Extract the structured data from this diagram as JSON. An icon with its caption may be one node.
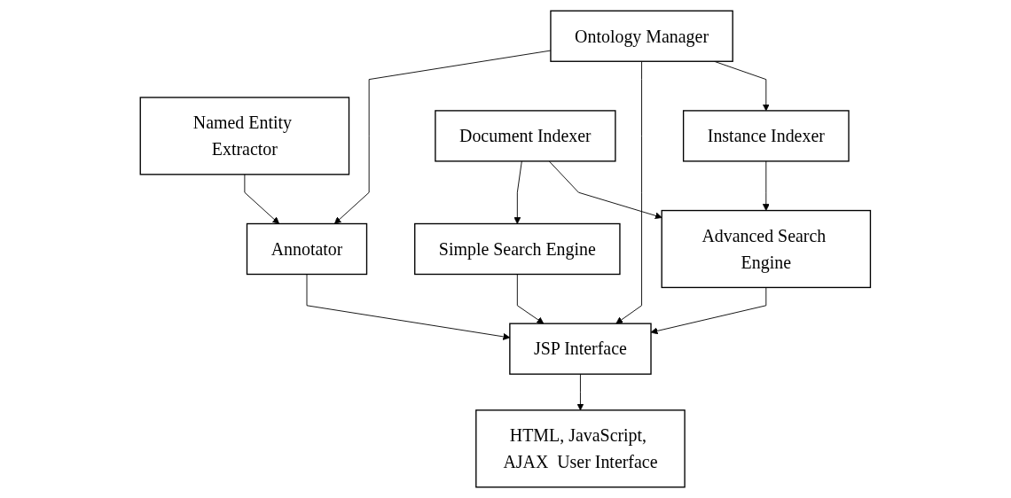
{
  "diagram": {
    "nodes": [
      {
        "text": [
          "Ontology Manager"
        ]
      },
      {
        "text": [
          "Named Entity Extractor"
        ]
      },
      {
        "text": [
          "Instance Indexer"
        ]
      },
      {
        "text": [
          "Document Indexer"
        ]
      },
      {
        "text": [
          "Advanced Search Engine"
        ]
      },
      {
        "text": [
          "Annotator"
        ]
      },
      {
        "text": [
          "Simple Search Engine"
        ]
      },
      {
        "text": [
          "JSP Interface"
        ]
      },
      {
        "text": [
          "HTML, JavaScript, AJAX  User Interface"
        ]
      }
    ],
    "edges": [
      {
        "from": 0,
        "to": 2,
        "arrow": "to"
      },
      {
        "from": 0,
        "to": 7,
        "arrow": "to"
      },
      {
        "from": 0,
        "to": 5,
        "arrow": "to"
      },
      {
        "from": 1,
        "to": 5,
        "arrow": "to"
      },
      {
        "from": 2,
        "to": 4,
        "arrow": "to"
      },
      {
        "from": 3,
        "to": 4,
        "arrow": "to"
      },
      {
        "from": 3,
        "to": 6,
        "arrow": "to"
      },
      {
        "from": 4,
        "to": 7,
        "arrow": "to"
      },
      {
        "from": 5,
        "to": 7,
        "arrow": "to"
      },
      {
        "from": 6,
        "to": 7,
        "arrow": "to"
      },
      {
        "from": 7,
        "to": 8,
        "arrow": "to"
      }
    ]
  }
}
